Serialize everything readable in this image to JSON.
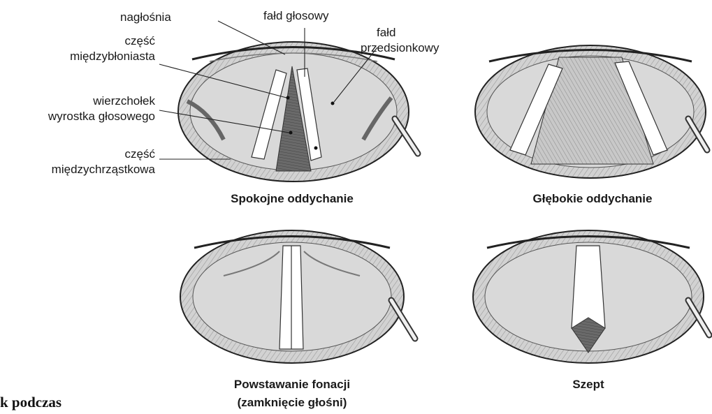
{
  "labels": {
    "naglosnia": "nagłośnia",
    "fald_glosowy": "fałd głosowy",
    "fald_przedsionkowy_1": "fałd",
    "fald_przedsionkowy_2": "przedsionkowy",
    "czesc_miedzyblon_1": "część",
    "czesc_miedzyblon_2": "międzybłoniasta",
    "wierzcholek_1": "wierzchołek",
    "wierzcholek_2": "wyrostka głosowego",
    "czesc_miedzychrz_1": "część",
    "czesc_miedzychrz_2": "międzychrząstkowa"
  },
  "captions": {
    "panel1": "Spokojne oddychanie",
    "panel2": "Głębokie oddychanie",
    "panel3_line1": "Powstawanie fonacji",
    "panel3_line2": "(zamknięcie głośni)",
    "panel4": "Szept"
  },
  "fragment_text": "k podczas",
  "colors": {
    "ink": "#1a1a1a",
    "tissue": "#cfcfcf",
    "tissue_dark": "#8e8e8e",
    "glottis": "#6f6f6f",
    "fold": "#ffffff"
  }
}
